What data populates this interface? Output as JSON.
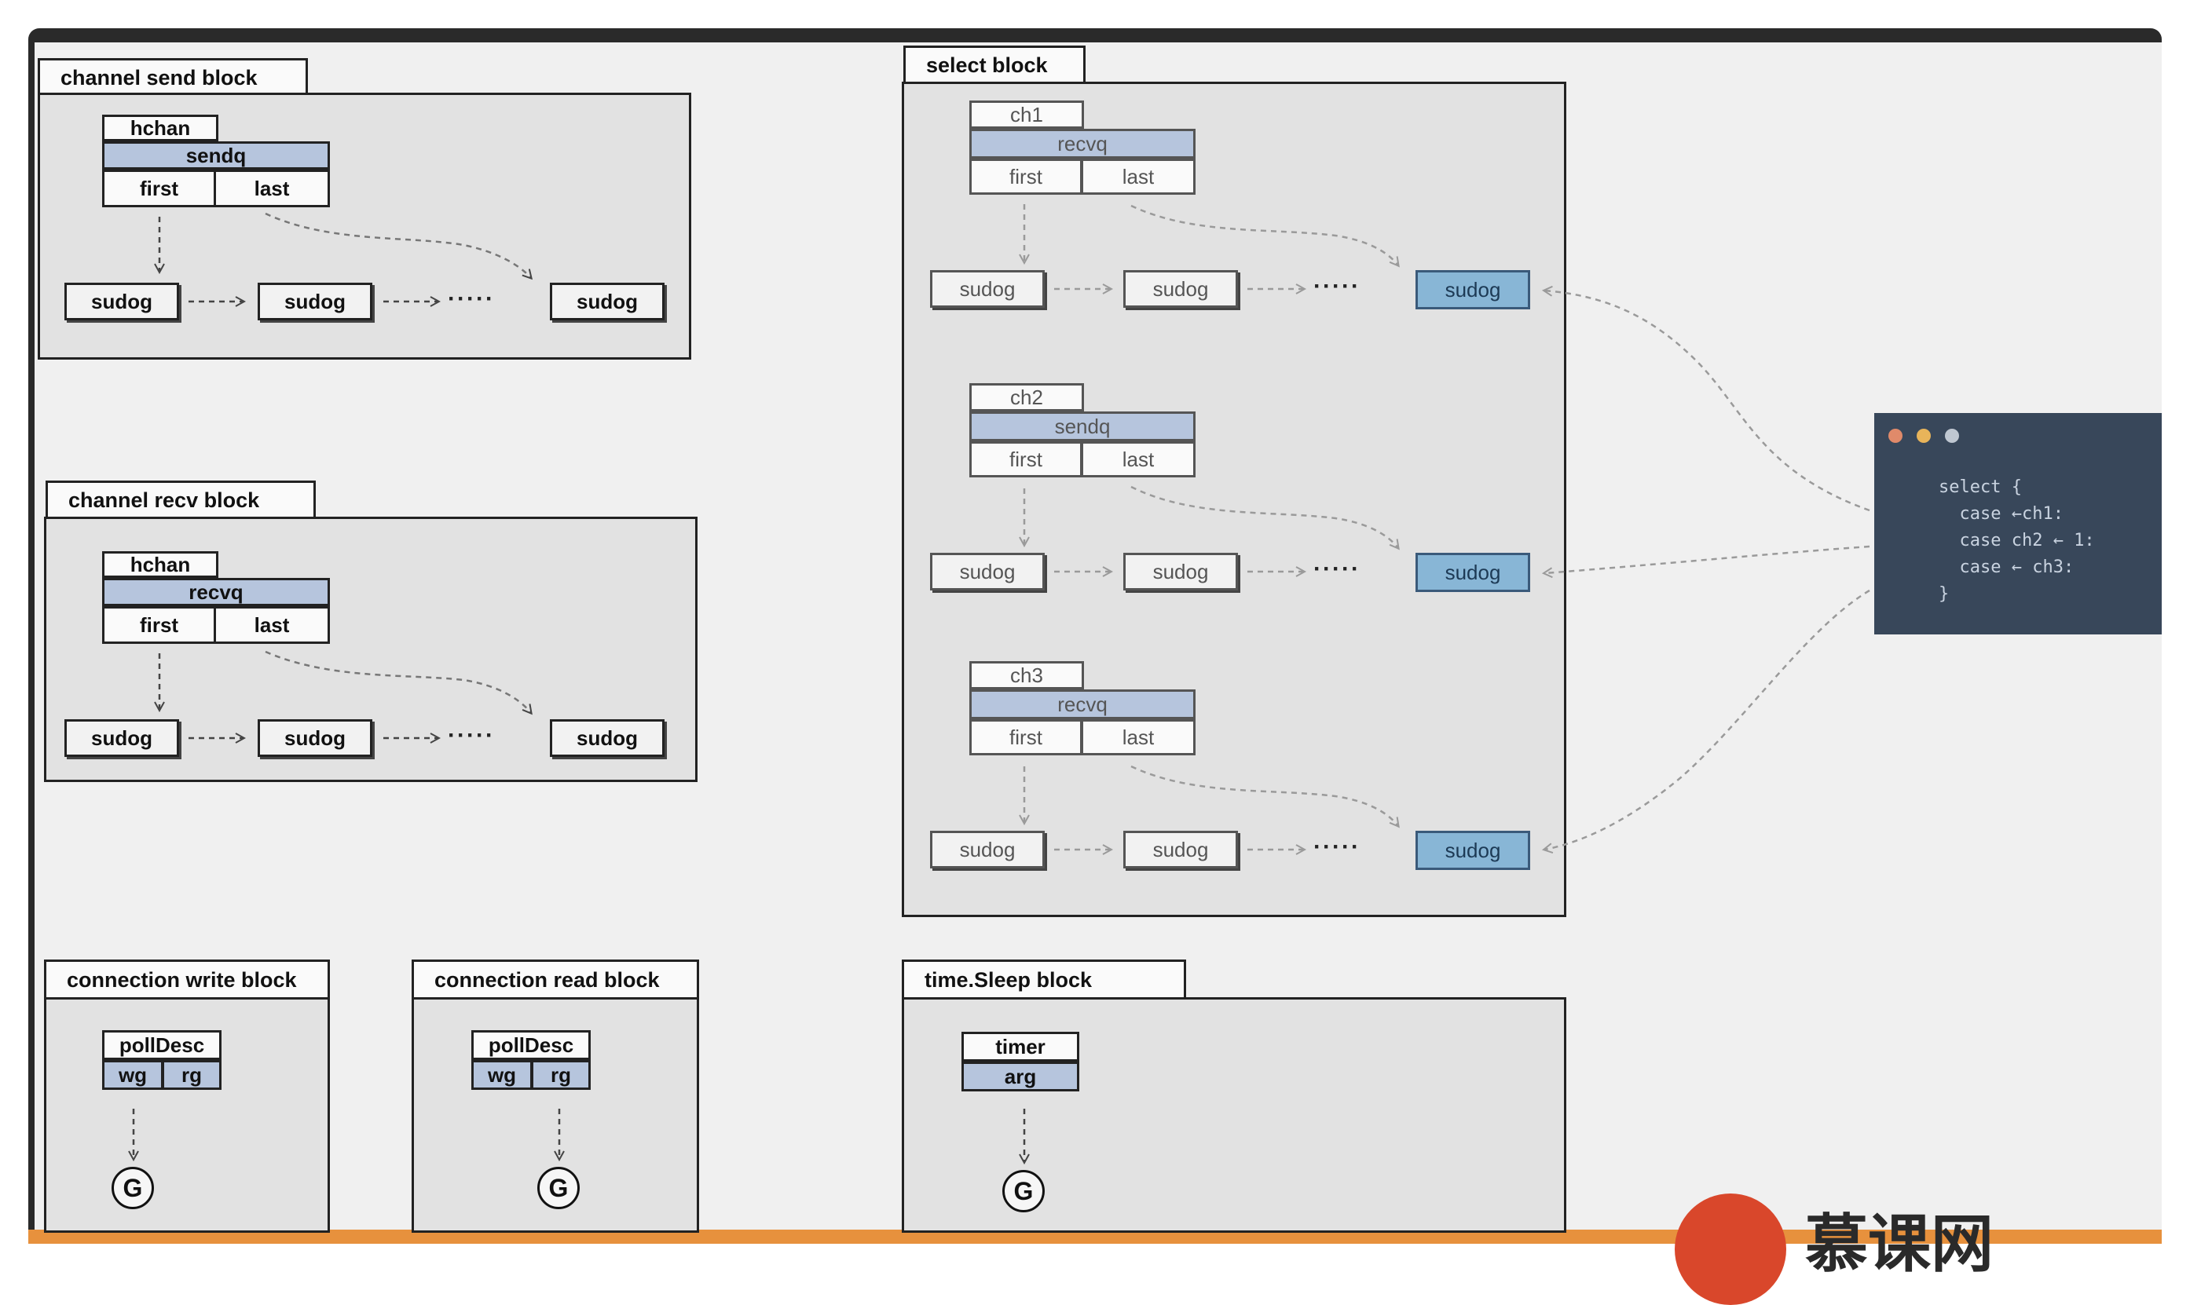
{
  "send_block": {
    "title": "channel send block",
    "struct_name": "hchan",
    "queue": "sendq",
    "first": "first",
    "last": "last",
    "sudogs": [
      "sudog",
      "sudog",
      "sudog"
    ],
    "ellipsis": "·····"
  },
  "recv_block": {
    "title": "channel recv block",
    "struct_name": "hchan",
    "queue": "recvq",
    "first": "first",
    "last": "last",
    "sudogs": [
      "sudog",
      "sudog",
      "sudog"
    ],
    "ellipsis": "·····"
  },
  "select_block": {
    "title": "select block",
    "channels": [
      {
        "name": "ch1",
        "queue": "recvq",
        "first": "first",
        "last": "last",
        "sudogs": [
          "sudog",
          "sudog",
          "sudog"
        ],
        "ellipsis": "·····"
      },
      {
        "name": "ch2",
        "queue": "sendq",
        "first": "first",
        "last": "last",
        "sudogs": [
          "sudog",
          "sudog",
          "sudog"
        ],
        "ellipsis": "·····"
      },
      {
        "name": "ch3",
        "queue": "recvq",
        "first": "first",
        "last": "last",
        "sudogs": [
          "sudog",
          "sudog",
          "sudog"
        ],
        "ellipsis": "·····"
      }
    ]
  },
  "conn_write_block": {
    "title": "connection write block",
    "struct_name": "pollDesc",
    "f1": "wg",
    "f2": "rg",
    "g": "G"
  },
  "conn_read_block": {
    "title": "connection read block",
    "struct_name": "pollDesc",
    "f1": "wg",
    "f2": "rg",
    "g": "G"
  },
  "sleep_block": {
    "title": "time.Sleep block",
    "struct_name": "timer",
    "field": "arg",
    "g": "G"
  },
  "code_panel": {
    "lines": [
      "select {",
      "  case ←ch1:",
      "  case ch2 ← 1:",
      "  case ← ch3:",
      "}"
    ],
    "dot_colors": [
      "#e08a6a",
      "#e8b45a",
      "#bfc7d1"
    ]
  },
  "watermark": {
    "text": "慕课网"
  },
  "colors": {
    "queue_blue": "#b6c5dd",
    "selected_sudog": "#88b6d6",
    "code_bg": "#38475a",
    "accent_orange": "#e7913d"
  }
}
